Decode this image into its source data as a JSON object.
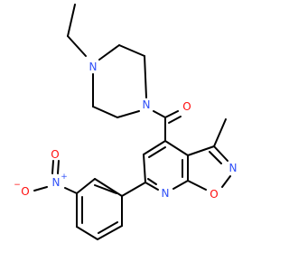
{
  "molecule": {
    "atom_labels": {
      "piperazine_n_top": "N",
      "piperazine_n_bottom": "N",
      "carbonyl_o": "O",
      "isoxazole_n": "N",
      "isoxazole_o": "O",
      "pyridine_n": "N",
      "nitro_n": "N",
      "nitro_n_charge": "+",
      "nitro_o_left": "O",
      "nitro_o_left_charge": "−",
      "nitro_o_top": "O"
    },
    "colors": {
      "carbon_bond": "#000000",
      "nitrogen": "#3050F8",
      "oxygen": "#FF0D0D",
      "background": "#ffffff"
    }
  }
}
